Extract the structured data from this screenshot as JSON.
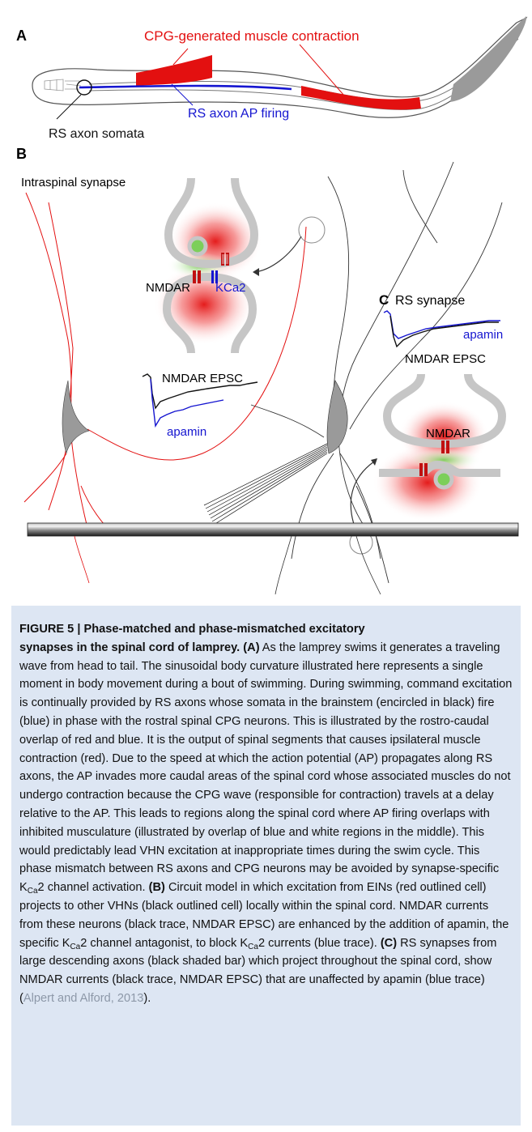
{
  "panelA": {
    "label": "A",
    "cpg_label": "CPG-generated muscle contraction",
    "rs_ap_label": "RS axon AP firing",
    "somata_label": "RS axon somata"
  },
  "panelB": {
    "label": "B",
    "intraspinal_label": "Intraspinal synapse",
    "nmdar_label": "NMDAR",
    "kca_label_main": "KCa2",
    "epsc_label": "NMDAR EPSC",
    "apamin_label": "apamin"
  },
  "panelC": {
    "label": "C",
    "title": "RS synapse",
    "apamin_label": "apamin",
    "epsc_label": "NMDAR EPSC",
    "nmdar_label": "NMDAR"
  },
  "colors": {
    "red": "#e31010",
    "blue": "#1515d0",
    "caption_bg": "#dde6f3",
    "cite": "#8d98a8"
  },
  "caption": {
    "heading1": "FIGURE 5 | Phase-matched and phase-mismatched excitatory",
    "heading2": "synapses in the spinal cord of lamprey.",
    "refA": "(A)",
    "textA1": " As the lamprey swims it generates a traveling wave from head to tail. The sinusoidal body curvature illustrated here represents a single moment in body movement during a bout of swimming. During swimming, command excitation is continually provided by RS axons whose somata in the brainstem (encircled in black) fire (blue) in phase with the rostral spinal CPG neurons. This is illustrated by the rostro-caudal overlap of red and blue. It is the output of spinal segments that causes ipsilateral muscle contraction (red). Due to the speed at which the action potential (AP) propagates along RS axons, the AP invades more caudal areas of the spinal cord whose associated muscles do not undergo contraction because the CPG wave (responsible for contraction) travels at a delay relative to the AP. This leads to regions along the spinal cord where AP firing overlaps with inhibited musculature (illustrated by overlap of blue and white regions in the middle). This would predictably lead VHN excitation at inappropriate times during the swim cycle. This phase mismatch between RS axons and CPG neurons may be avoided by synapse-specific K",
    "sub1": "Ca",
    "textA2": "2 channel activation.",
    "refB": "(B)",
    "textB1": " Circuit model in which excitation from EINs (red outlined cell) projects to other VHNs (black outlined cell) locally within the spinal cord. NMDAR currents from these neurons (black trace, NMDAR EPSC) are enhanced by the addition of apamin, the specific K",
    "sub2": "Ca",
    "textB2": "2 channel antagonist, to block K",
    "sub3": "Ca",
    "textB3": "2 currents (blue trace).",
    "refC": "(C)",
    "textC1": " RS synapses from large descending axons (black shaded bar) which project throughout the spinal cord, show NMDAR currents (black trace, NMDAR EPSC) that are unaffected by apamin (blue trace) (",
    "citation": "Alpert and Alford, 2013",
    "textC2": ")."
  }
}
